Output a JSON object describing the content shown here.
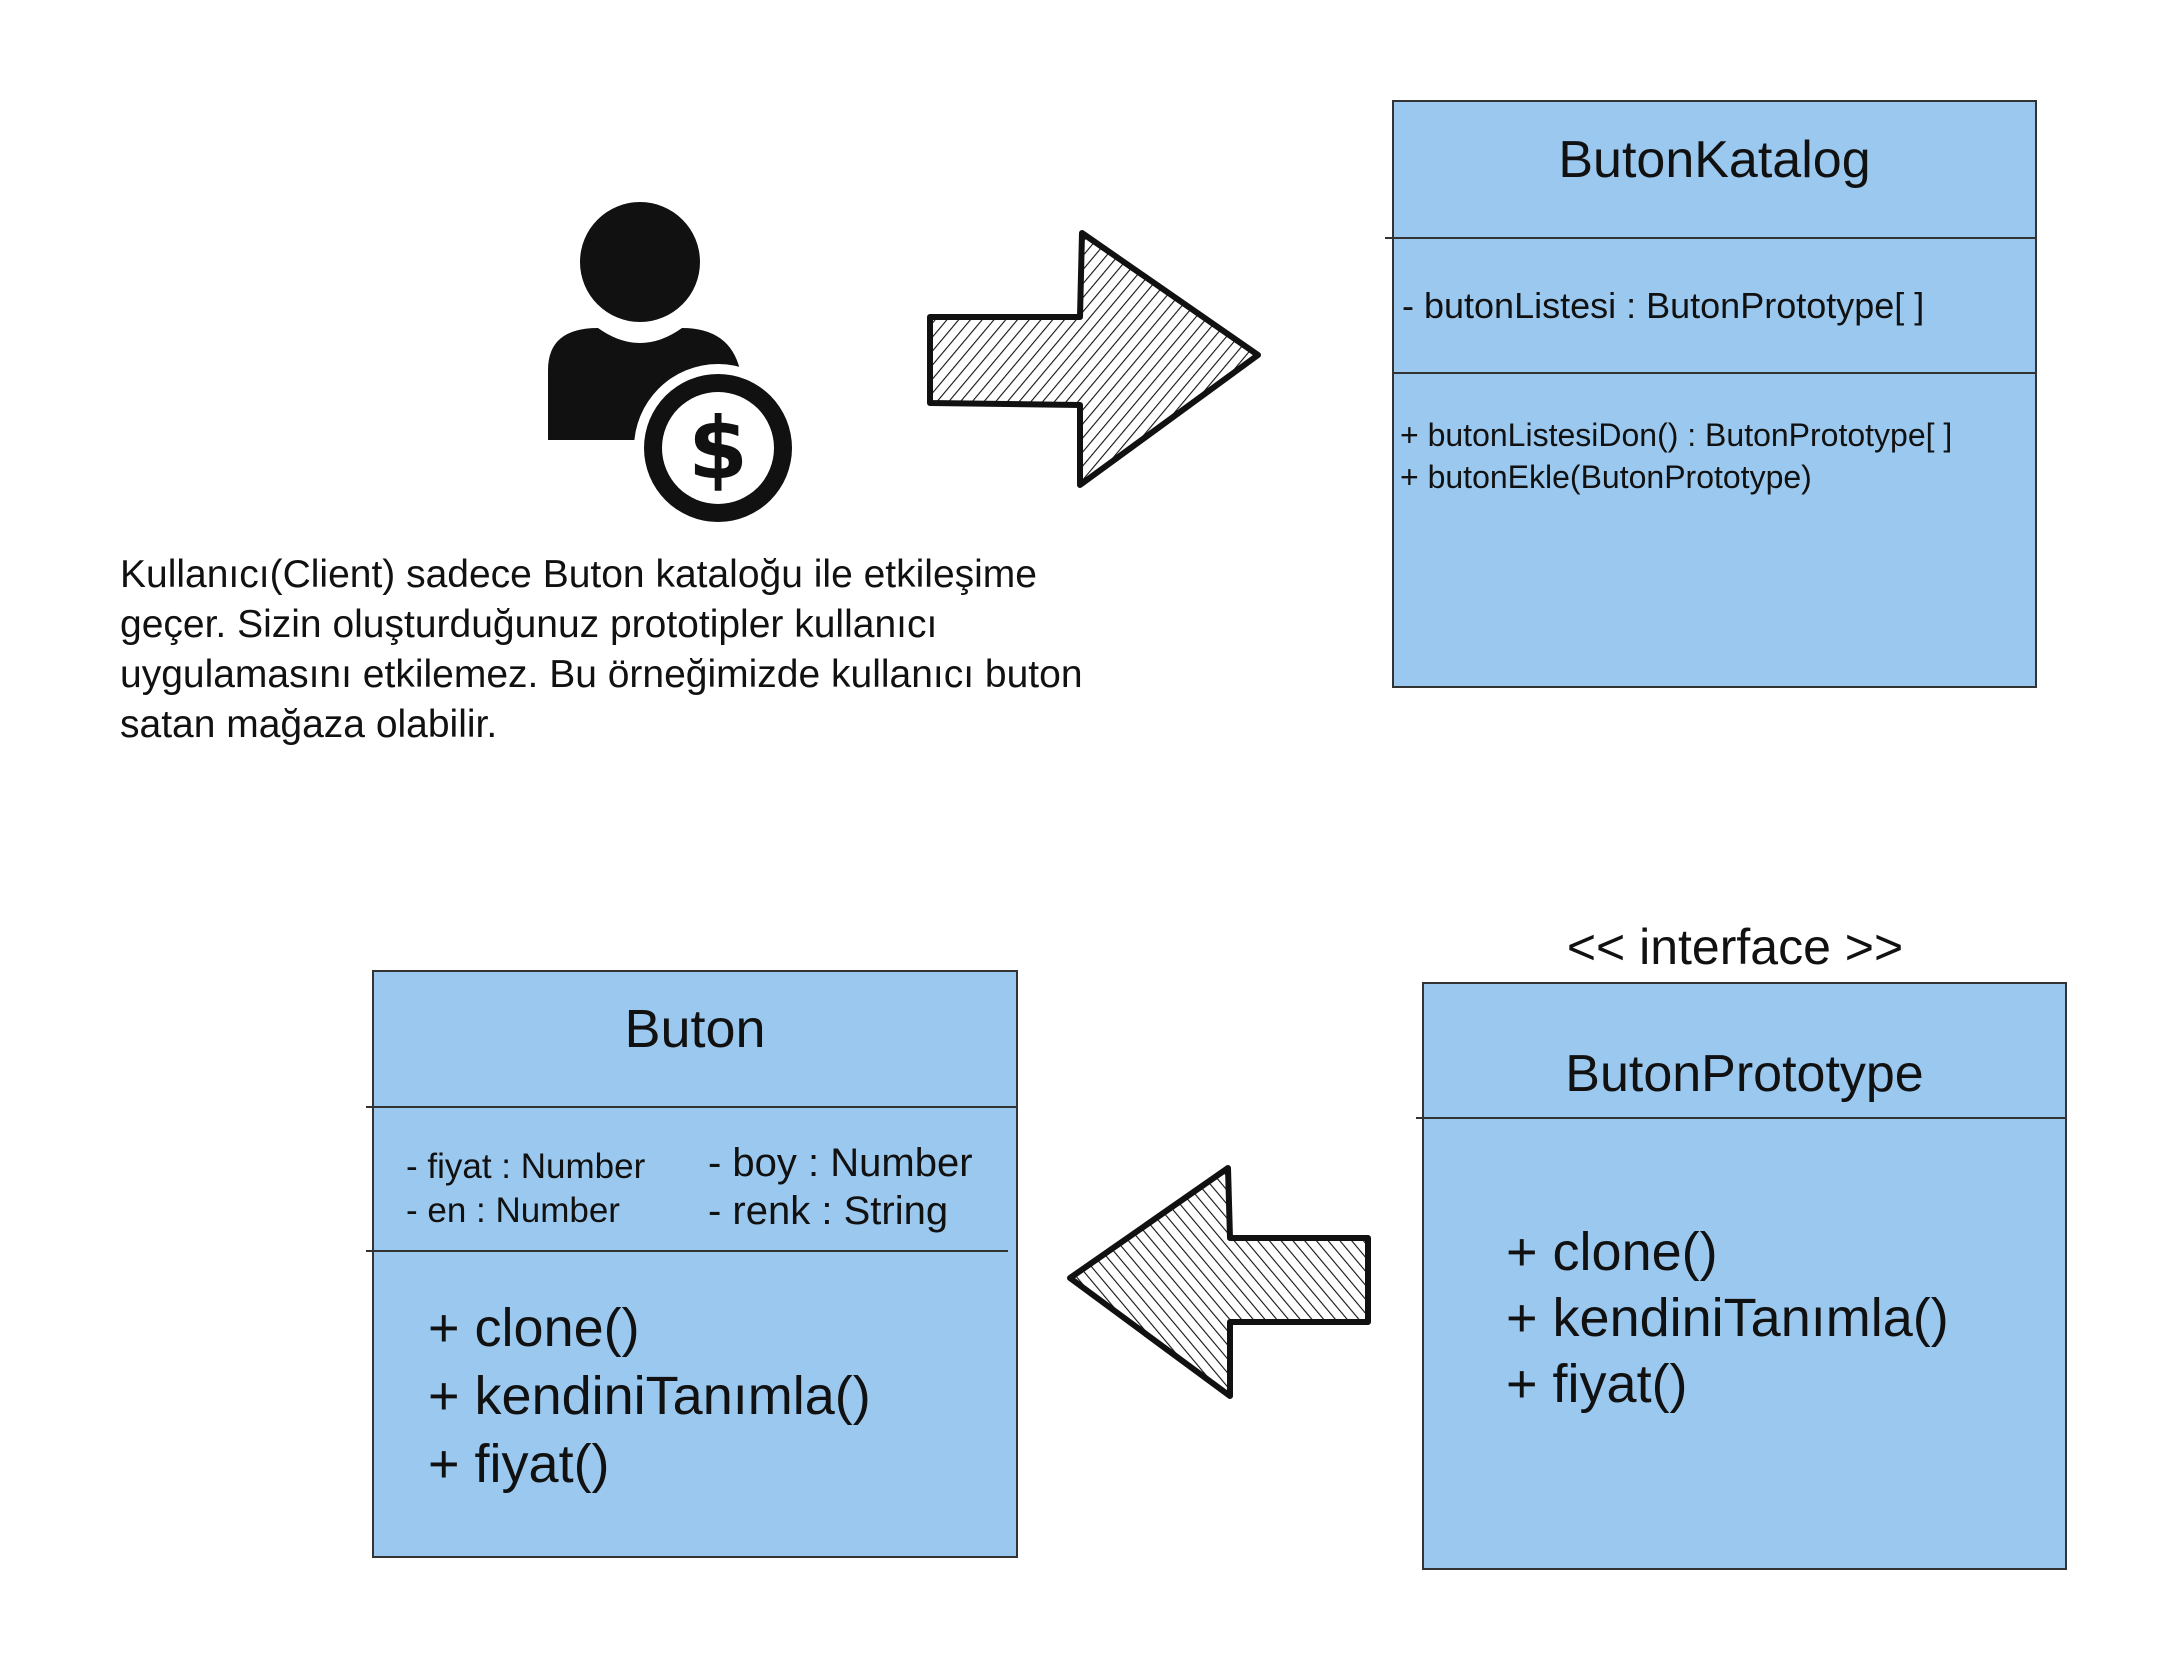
{
  "colors": {
    "class_fill": "#9bc8ee",
    "stroke": "#333333",
    "icon": "#111111"
  },
  "client": {
    "icon": "user-dollar-icon",
    "description": [
      "Kullanıcı(Client) sadece Buton kataloğu ile etkileşime",
      "geçer. Sizin oluşturduğunuz prototipler kullanıcı",
      "uygulamasını etkilemez. Bu örneğimizde kullanıcı buton",
      "satan mağaza olabilir."
    ]
  },
  "arrows": {
    "right": "hatched-arrow-right-icon",
    "left": "hatched-arrow-left-icon"
  },
  "buton_katalog": {
    "name": "ButonKatalog",
    "attributes": [
      "- butonListesi : ButonPrototype[ ]"
    ],
    "methods": [
      "+ butonListesiDon() : ButonPrototype[ ]",
      "+ butonEkle(ButonPrototype)"
    ]
  },
  "buton": {
    "name": "Buton",
    "attributes_left": [
      "- fiyat : Number",
      "- en : Number"
    ],
    "attributes_right": [
      "- boy : Number",
      "- renk : String"
    ],
    "methods": [
      "+ clone()",
      "+ kendiniTanımla()",
      "+ fiyat()"
    ]
  },
  "buton_prototype": {
    "stereotype": "<< interface >>",
    "name": "ButonPrototype",
    "methods": [
      "+ clone()",
      "+ kendiniTanımla()",
      "+ fiyat()"
    ]
  }
}
